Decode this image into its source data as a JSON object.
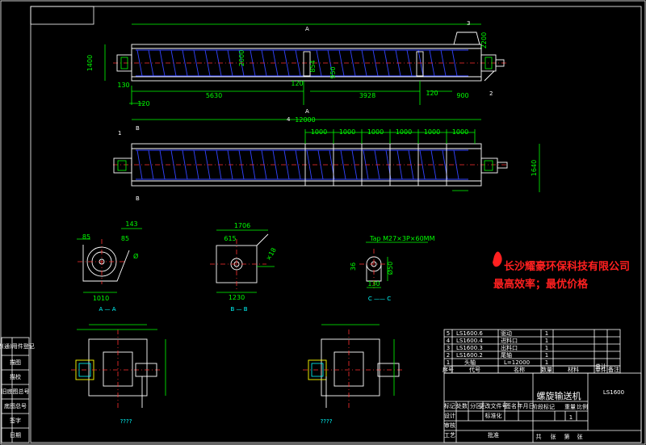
{
  "drawing": {
    "product_name": "螺旋输送机",
    "model_code": "LS1600",
    "company": {
      "name": "长沙耀豪环保科技有限公司",
      "slogan": "最高效率；最优价格"
    }
  },
  "top_view": {
    "dims": [
      "5630",
      "3928",
      "1400",
      "130",
      "120",
      "120",
      "120",
      "900",
      "2000",
      "854",
      "950",
      "2200"
    ],
    "callouts": [
      "3",
      "2",
      "A",
      "A"
    ]
  },
  "side_view": {
    "dims": [
      "12000",
      "1000",
      "1000",
      "1000",
      "1000",
      "1000",
      "1000",
      "1640"
    ],
    "callouts": [
      "1",
      "4",
      "B",
      "B"
    ]
  },
  "section_a": {
    "dims": [
      "143",
      "85",
      "85",
      "1010",
      "Ø"
    ],
    "label": "A — A"
  },
  "section_b": {
    "dims": [
      "1706",
      "615",
      "×18",
      "1230"
    ],
    "label": "B — B"
  },
  "section_c": {
    "dims": [
      "Tap M27×3P×60MM",
      "36",
      "Ø50",
      "130"
    ],
    "label": "C —— C"
  },
  "bottom_views": {
    "labels": [
      "????",
      "????"
    ]
  },
  "parts_list": {
    "rows": [
      {
        "no": "5",
        "code": "LS1600.6",
        "name": "驱动",
        "qty": "1"
      },
      {
        "no": "4",
        "code": "LS1600.4",
        "name": "进料口",
        "qty": "1"
      },
      {
        "no": "3",
        "code": "LS1600.3",
        "name": "出料口",
        "qty": "1"
      },
      {
        "no": "2",
        "code": "LS1600.2",
        "name": "尾轴",
        "qty": "1"
      },
      {
        "no": "1",
        "code": "头轴",
        "name": "L=12000",
        "qty": "1"
      }
    ],
    "header": {
      "no": "序号",
      "code": "代号",
      "name": "名称",
      "qty": "数量",
      "material": "材料",
      "weight": "单件",
      "total": "总计",
      "note": "备注"
    }
  },
  "title_block": {
    "labels": [
      "标记",
      "处数",
      "分区",
      "更改文件号",
      "签名",
      "年月日",
      "设计",
      "标准化",
      "审核",
      "工艺",
      "批准",
      "阶段标记",
      "重量",
      "比例",
      "共",
      "张",
      "第",
      "张"
    ],
    "scale": "1"
  },
  "left_strip": {
    "labels": [
      "借(通)用件登记",
      "描图",
      "描校",
      "旧底图总号",
      "底图总号",
      "签字",
      "日期"
    ]
  },
  "colors": {
    "background": "#000000",
    "frame": "#ffffff",
    "dimension": "#00ff00",
    "screw_flight": "#3344ff",
    "centerline": "#ff3030",
    "section_mark": "#00ffff",
    "brand": "#ff2020"
  }
}
